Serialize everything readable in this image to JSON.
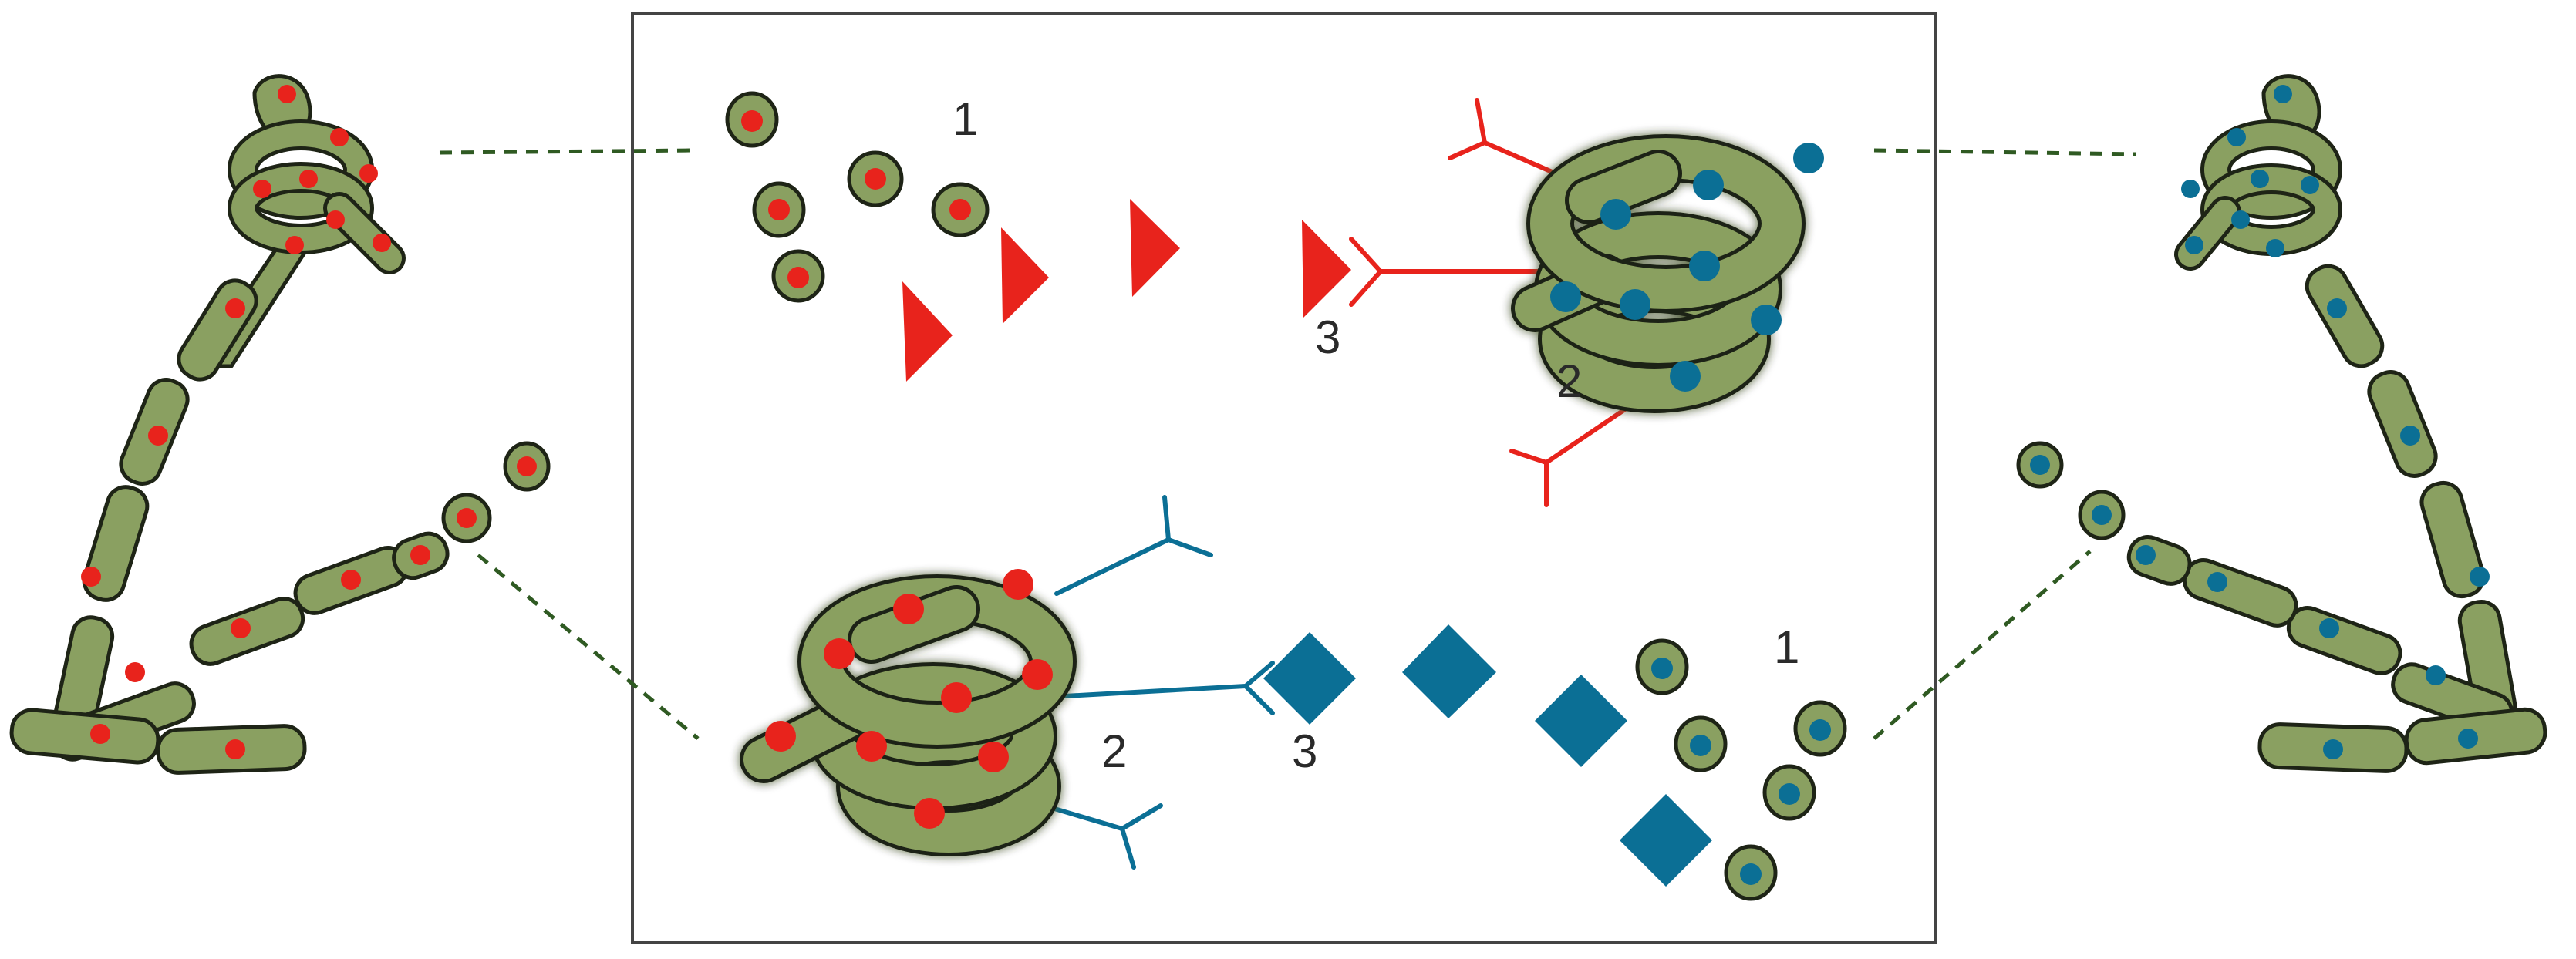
{
  "colors": {
    "cell_fill": "#8aa061",
    "cell_outline": "#1e2416",
    "red": "#e8231c",
    "blue": "#0b6f95",
    "dashed": "#2f5a22",
    "frame": "#444444",
    "text": "#2a2a2a"
  },
  "labels": {
    "top_spores": "1",
    "top_coil": "2",
    "top_signal": "3",
    "bottom_spores": "1",
    "bottom_coil": "2",
    "bottom_signal": "3"
  },
  "icons": {
    "red_signal": "triangle",
    "blue_signal": "diamond",
    "receptor": "y-shaped-receptor"
  }
}
